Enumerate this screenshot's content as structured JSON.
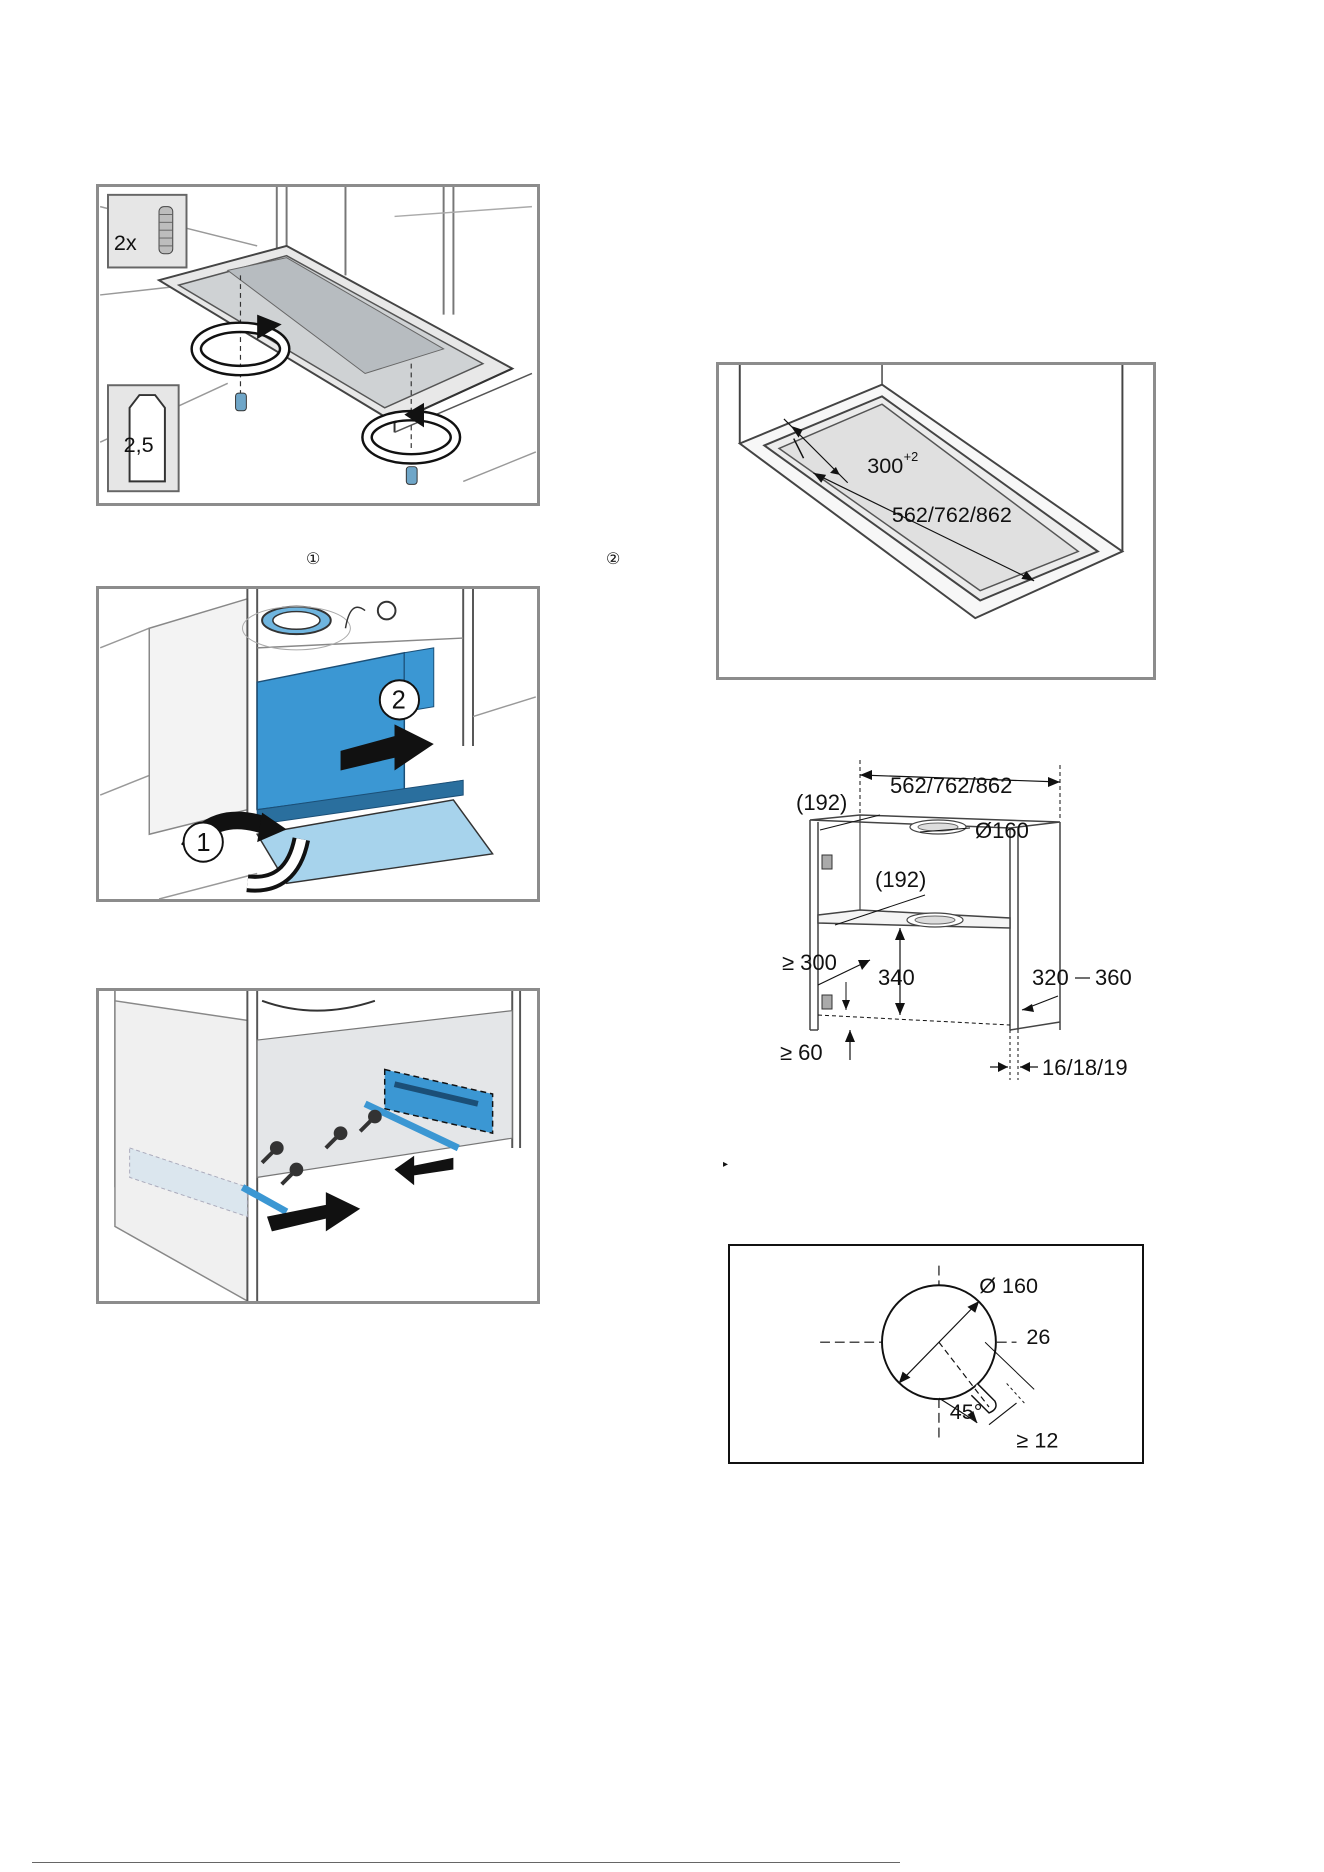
{
  "figure1": {
    "kit_count": "2x",
    "tool_size": "2,5"
  },
  "steps": {
    "marker1": "①",
    "marker2": "②"
  },
  "figure2": {
    "num1": "1",
    "num2": "2"
  },
  "figure4": {
    "width": "300",
    "width_tol": "+2",
    "length": "562/762/862"
  },
  "figure5": {
    "top_width": "562/762/862",
    "offset_top": "(192)",
    "offset_shelf": "(192)",
    "duct": "Ø160",
    "min_depth": "≥ 300",
    "height": "340",
    "depth_range_min": "320",
    "depth_range_max": "360",
    "min_bottom": "≥ 60",
    "thickness": "16/18/19"
  },
  "figure6": {
    "diameter": "Ø 160",
    "slot": "26",
    "angle": "45°",
    "min_dist": "≥ 12"
  },
  "bullet": "▸"
}
